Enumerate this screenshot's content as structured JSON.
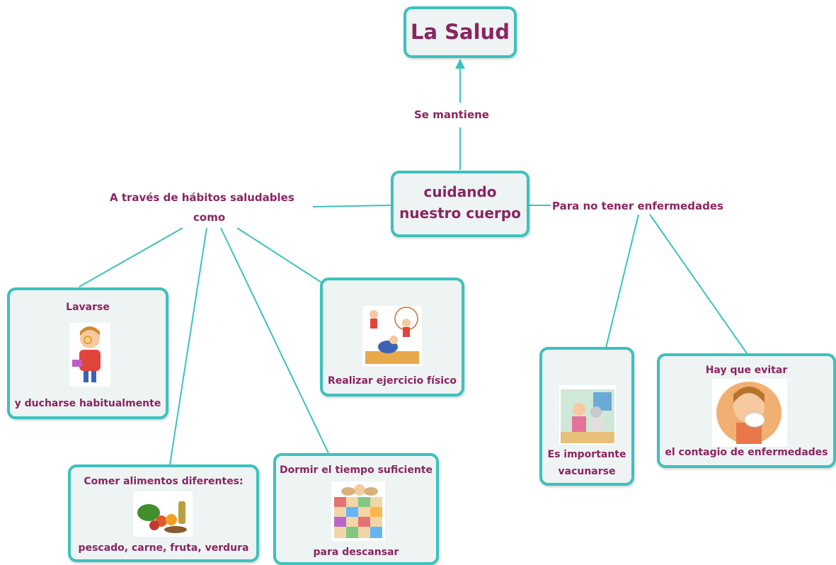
{
  "title": "La Salud",
  "center_line1": "cuidando",
  "center_line2": "nuestro cuerpo",
  "links": {
    "up": "Se mantiene",
    "left_line1": "A través de  hábitos saludables",
    "left_line2": "como",
    "right": "Para no tener enfermedades"
  },
  "nodes": {
    "lavarse_top": "Lavarse",
    "lavarse_bottom": "y ducharse habitualmente",
    "ejercicio": "Realizar ejercicio físico",
    "comer_top": "Comer alimentos diferentes:",
    "comer_bottom": "pescado, carne, fruta, verdura",
    "dormir_top": "Dormir el tiempo suficiente",
    "dormir_bottom": "para descansar",
    "vacuna_line1": "Es importante",
    "vacuna_line2": "vacunarse",
    "evitar_top": "Hay que evitar",
    "evitar_bottom": "el contagio de enfermedades"
  },
  "colors": {
    "border": "#3cc2bd",
    "text": "#8a2560",
    "line": "#3cc2bd"
  }
}
